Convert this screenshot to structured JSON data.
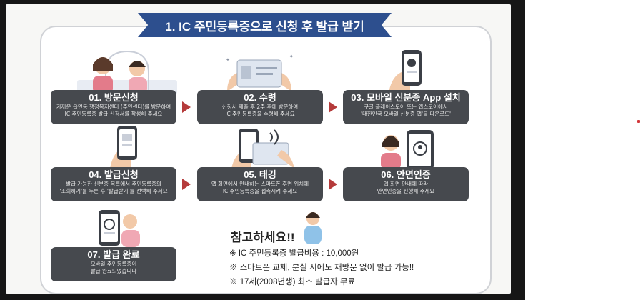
{
  "header": {
    "title": "1. IC 주민등록증으로 신청 후 발급 받기"
  },
  "steps": [
    {
      "num": "01.",
      "title": "방문신청",
      "desc": [
        "가까운 읍면동 행정복지센터 (주민센터)를 방문하여",
        "IC 주민등록증 발급 신청서를 작성해 주세요"
      ],
      "icon": "visit-office-icon"
    },
    {
      "num": "02.",
      "title": "수령",
      "desc": [
        "신청서 제출 후 2주 후에 방문하여",
        "IC 주민등록증을 수령해 주세요"
      ],
      "icon": "id-card-icon"
    },
    {
      "num": "03.",
      "title": "모바일 신분증 App 설치",
      "desc": [
        "구글 플레이스토어 또는 앱스토어에서",
        "'대한민국 모바일 신분증 앱'을 다운로드'"
      ],
      "icon": "phone-app-icon"
    },
    {
      "num": "04.",
      "title": "발급신청",
      "desc": [
        "발급 가능한 신분증 목록에서 주민등록증의",
        "'조회하기'를 누른 후 '발급받기'를 선택해 주세요"
      ],
      "icon": "phone-tap-icon"
    },
    {
      "num": "05.",
      "title": "태깅",
      "desc": [
        "앱 화면에서 안내하는 스마트폰 후면 위치에",
        "IC 주민등록증을 접촉시켜 주세요"
      ],
      "icon": "nfc-tag-icon"
    },
    {
      "num": "06.",
      "title": "안면인증",
      "desc": [
        "앱 화면 안내에 따라",
        "안면인증을 진행해 주세요"
      ],
      "icon": "face-auth-icon"
    },
    {
      "num": "07.",
      "title": "발급 완료",
      "desc": [
        "모바일 주민등록증이",
        "발급 완료되었습니다"
      ],
      "icon": "completed-icon"
    }
  ],
  "notes": {
    "title": "참고하세요!!",
    "items": [
      "※ IC 주민등록증 발급비용 : 10,000원",
      "※ 스마트폰 교체, 분실 시에도 재방문 없이 발급 가능!!",
      "※ 17세(2008년생) 최초 발급자 무료"
    ]
  },
  "colors": {
    "banner": "#2d4f8e",
    "card": "#46494e",
    "arrow": "#b53b3b",
    "accent_dot": "#d3373a"
  }
}
